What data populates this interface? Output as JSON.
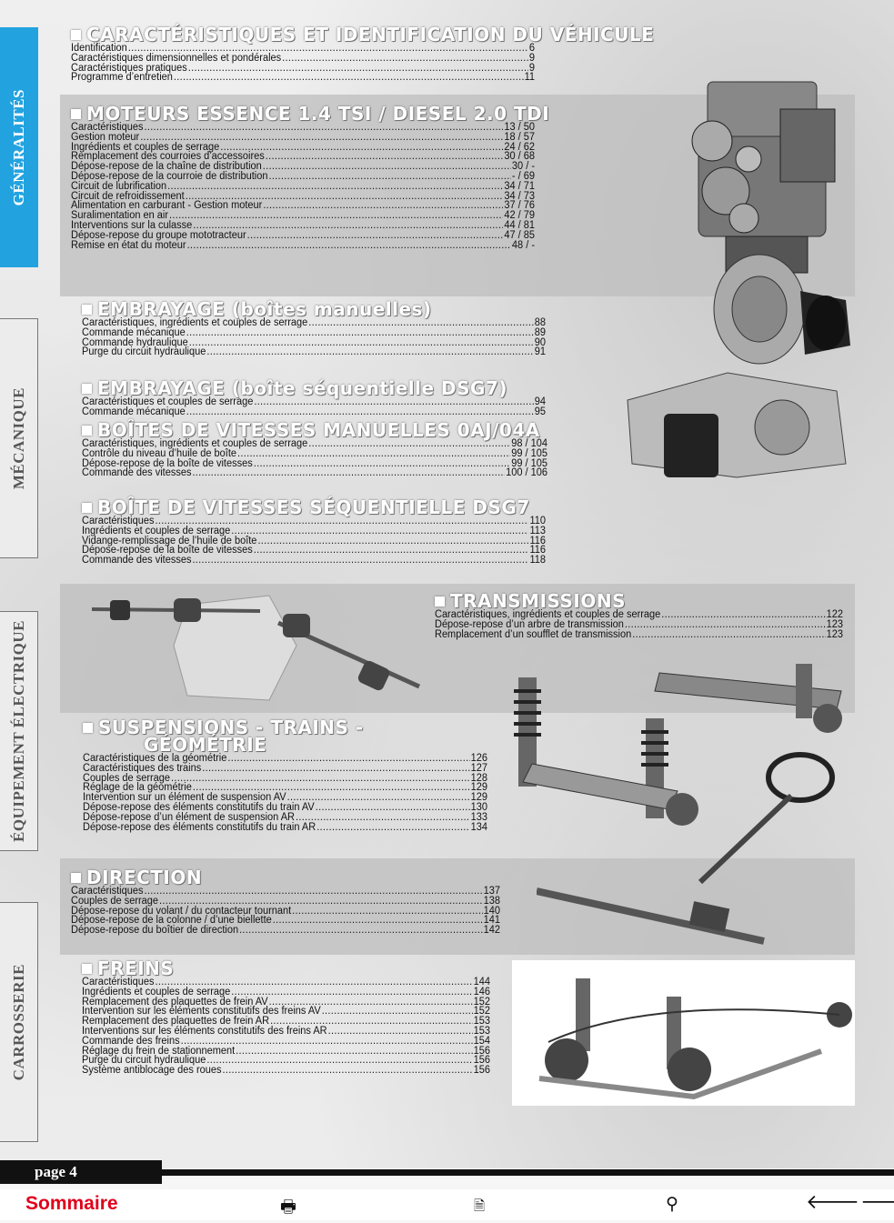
{
  "tabs": [
    {
      "label": "GÉNÉRALITÉS",
      "active": true
    },
    {
      "label": "MÉCANIQUE",
      "active": false
    },
    {
      "label": "ÉQUIPEMENT ÉLECTRIQUE",
      "active": false
    },
    {
      "label": "CARROSSERIE",
      "active": false
    }
  ],
  "sections": {
    "caract": {
      "title": "CARACTÉRISTIQUES ET IDENTIFICATION DU VÉHICULE",
      "items": [
        {
          "t": "Identification",
          "p": "6"
        },
        {
          "t": "Caractéristiques dimensionnelles et pondérales",
          "p": "9"
        },
        {
          "t": "Caractéristiques pratiques",
          "p": "9"
        },
        {
          "t": "Programme d’entretien",
          "p": "11"
        }
      ]
    },
    "moteurs": {
      "title": "MOTEURS ESSENCE 1.4 TSI / DIESEL 2.0 TDI",
      "items": [
        {
          "t": "Caractéristiques",
          "p": "13 / 50"
        },
        {
          "t": "Gestion moteur",
          "p": "18 / 57"
        },
        {
          "t": "Ingrédients et couples de serrage",
          "p": "24 / 62"
        },
        {
          "t": "Remplacement des courroies d’accessoires",
          "p": "30 / 68"
        },
        {
          "t": "Dépose-repose de la chaîne de distribution",
          "p": "30 / -"
        },
        {
          "t": "Dépose-repose de la courroie de distribution",
          "p": "- / 69"
        },
        {
          "t": "Circuit de lubrification",
          "p": "34 / 71"
        },
        {
          "t": "Circuit de refroidissement",
          "p": "34 / 73"
        },
        {
          "t": "Alimentation en carburant - Gestion moteur",
          "p": "37 / 76"
        },
        {
          "t": "Suralimentation en air",
          "p": "42 / 79"
        },
        {
          "t": "Interventions sur la culasse",
          "p": "44 / 81"
        },
        {
          "t": "Dépose-repose du groupe mototracteur",
          "p": "47 / 85"
        },
        {
          "t": "Remise en état du moteur",
          "p": "48 / -"
        }
      ]
    },
    "embrayage_man": {
      "title": "EMBRAYAGE (boîtes manuelles)",
      "items": [
        {
          "t": "Caractéristiques, ingrédients et couples de serrage",
          "p": "88"
        },
        {
          "t": "Commande mécanique",
          "p": "89"
        },
        {
          "t": "Commande hydraulique",
          "p": "90"
        },
        {
          "t": "Purge du circuit hydraulique",
          "p": "91"
        }
      ]
    },
    "embrayage_dsg": {
      "title": "EMBRAYAGE (boîte séquentielle DSG7)",
      "items": [
        {
          "t": "Caractéristiques et couples de serrage",
          "p": "94"
        },
        {
          "t": "Commande mécanique",
          "p": "95"
        }
      ]
    },
    "bv_man": {
      "title": "BOÎTES DE VITESSES MANUELLES 0AJ/04A",
      "items": [
        {
          "t": "Caractéristiques, ingrédients et couples de serrage",
          "p": "98 / 104"
        },
        {
          "t": "Contrôle du niveau d’huile de boîte",
          "p": "99 / 105"
        },
        {
          "t": "Dépose-repose de la boîte de vitesses",
          "p": "99 / 105"
        },
        {
          "t": "Commande des vitesses",
          "p": "100 / 106"
        }
      ]
    },
    "bv_dsg": {
      "title": "BOÎTE DE VITESSES SÉQUENTIELLE DSG7",
      "items": [
        {
          "t": "Caractéristiques",
          "p": "110"
        },
        {
          "t": "Ingrédients et couples de serrage",
          "p": "113"
        },
        {
          "t": "Vidange-remplissage de l’huile de boîte",
          "p": "116"
        },
        {
          "t": "Dépose-repose de la boîte de vitesses",
          "p": "116"
        },
        {
          "t": "Commande des vitesses",
          "p": "118"
        }
      ]
    },
    "transmissions": {
      "title": "TRANSMISSIONS",
      "items": [
        {
          "t": "Caractéristiques, ingrédients et couples de serrage",
          "p": "122"
        },
        {
          "t": "Dépose-repose d’un arbre de transmission",
          "p": "123"
        },
        {
          "t": "Remplacement d’un soufflet de transmission",
          "p": "123"
        }
      ]
    },
    "suspensions": {
      "title": "SUSPENSIONS - TRAINS -",
      "title2": "GÉOMÉTRIE",
      "items": [
        {
          "t": "Caractéristiques de la géométrie",
          "p": "126"
        },
        {
          "t": "Caractéristiques des trains",
          "p": "127"
        },
        {
          "t": "Couples de serrage",
          "p": "128"
        },
        {
          "t": "Réglage de la géométrie",
          "p": "129"
        },
        {
          "t": "Intervention sur un élément de suspension AV",
          "p": "129"
        },
        {
          "t": "Dépose-repose des éléments constitutifs du train AV",
          "p": "130"
        },
        {
          "t": "Dépose-repose d’un élément de suspension AR",
          "p": "133"
        },
        {
          "t": "Dépose-repose des éléments constitutifs du train AR",
          "p": "134"
        }
      ]
    },
    "direction": {
      "title": "DIRECTION",
      "items": [
        {
          "t": "Caractéristiques",
          "p": "137"
        },
        {
          "t": "Couples de serrage",
          "p": "138"
        },
        {
          "t": "Dépose-repose du volant / du contacteur tournant",
          "p": "140"
        },
        {
          "t": "Dépose-repose de la colonne / d’une biellette",
          "p": "141"
        },
        {
          "t": "Dépose-repose du boîtier de direction",
          "p": "142"
        }
      ]
    },
    "freins": {
      "title": "FREINS",
      "items": [
        {
          "t": "Caractéristiques",
          "p": "144"
        },
        {
          "t": "Ingrédients et couples de serrage",
          "p": "146"
        },
        {
          "t": "Remplacement des plaquettes de frein AV",
          "p": "152"
        },
        {
          "t": "Intervention sur les éléments constitutifs des freins AV",
          "p": "152"
        },
        {
          "t": "Remplacement des plaquettes de frein AR",
          "p": "153"
        },
        {
          "t": "Interventions sur les éléments constitutifs des freins AR",
          "p": "153"
        },
        {
          "t": "Commande des freins",
          "p": "154"
        },
        {
          "t": "Réglage du frein de stationnement",
          "p": "156"
        },
        {
          "t": "Purge du circuit hydraulique",
          "p": "156"
        },
        {
          "t": "Système antiblocage des roues",
          "p": "156"
        }
      ]
    }
  },
  "footer": {
    "page_label": "page 4",
    "sommaire": "Sommaire"
  },
  "icons": {
    "print": "printer-icon",
    "page": "document-icon",
    "search": "binoculars-icon",
    "prev": "arrow-left-icon",
    "next": "arrow-right-icon"
  },
  "colors": {
    "active_tab": "#22a3e0",
    "sommaire": "#e0001a"
  }
}
